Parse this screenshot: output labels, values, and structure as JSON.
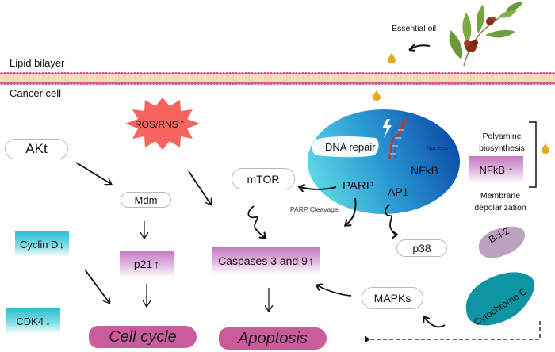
{
  "labels": {
    "essential_oil": "Essential oil",
    "lipid_bilayer": "Lipid bilayer",
    "cancer_cell": "Cancer cell",
    "ros_rns": "ROS/RNS",
    "akt": "AKt",
    "mdm": "Mdm",
    "mtor": "mTOR",
    "dna_repair": "DNA repair",
    "nucleus": "Nucleus",
    "nfkb_nucleus": "NFkB",
    "parp": "PARP",
    "ap1": "AP1",
    "parp_cleavage": "PARP Cleavage",
    "polyamine": "Polyamine",
    "biosynthesis": "biosynthesis",
    "nfkb_box": "NFkB",
    "membrane": "Membrane",
    "depolarization": "depolarization",
    "cyclin_d": "Cyclin D",
    "cdk4": "CDK4",
    "p21": "p21",
    "caspases": "Caspases 3 and 9",
    "p38": "p38",
    "bcl2": "Bcl-2",
    "mapks": "MAPKs",
    "cytochrome_c": "Cytochrome C",
    "cell_cycle": "Cell cycle",
    "apoptosis": "Apoptosis"
  },
  "indicators": {
    "up": "↑",
    "down": "↓"
  },
  "colors": {
    "membrane_head": "#c95c9a",
    "membrane_tail": "#f3cf9a",
    "ros_burst": "#f5655e",
    "nucleus_light": "#4fd3e0",
    "nucleus_dark": "#0c4ea8",
    "outcome": "#c95c9a",
    "cytochrome": "#0e95a3",
    "bcl2": "#bba3c0",
    "oil_drop": "#e8a81a"
  }
}
